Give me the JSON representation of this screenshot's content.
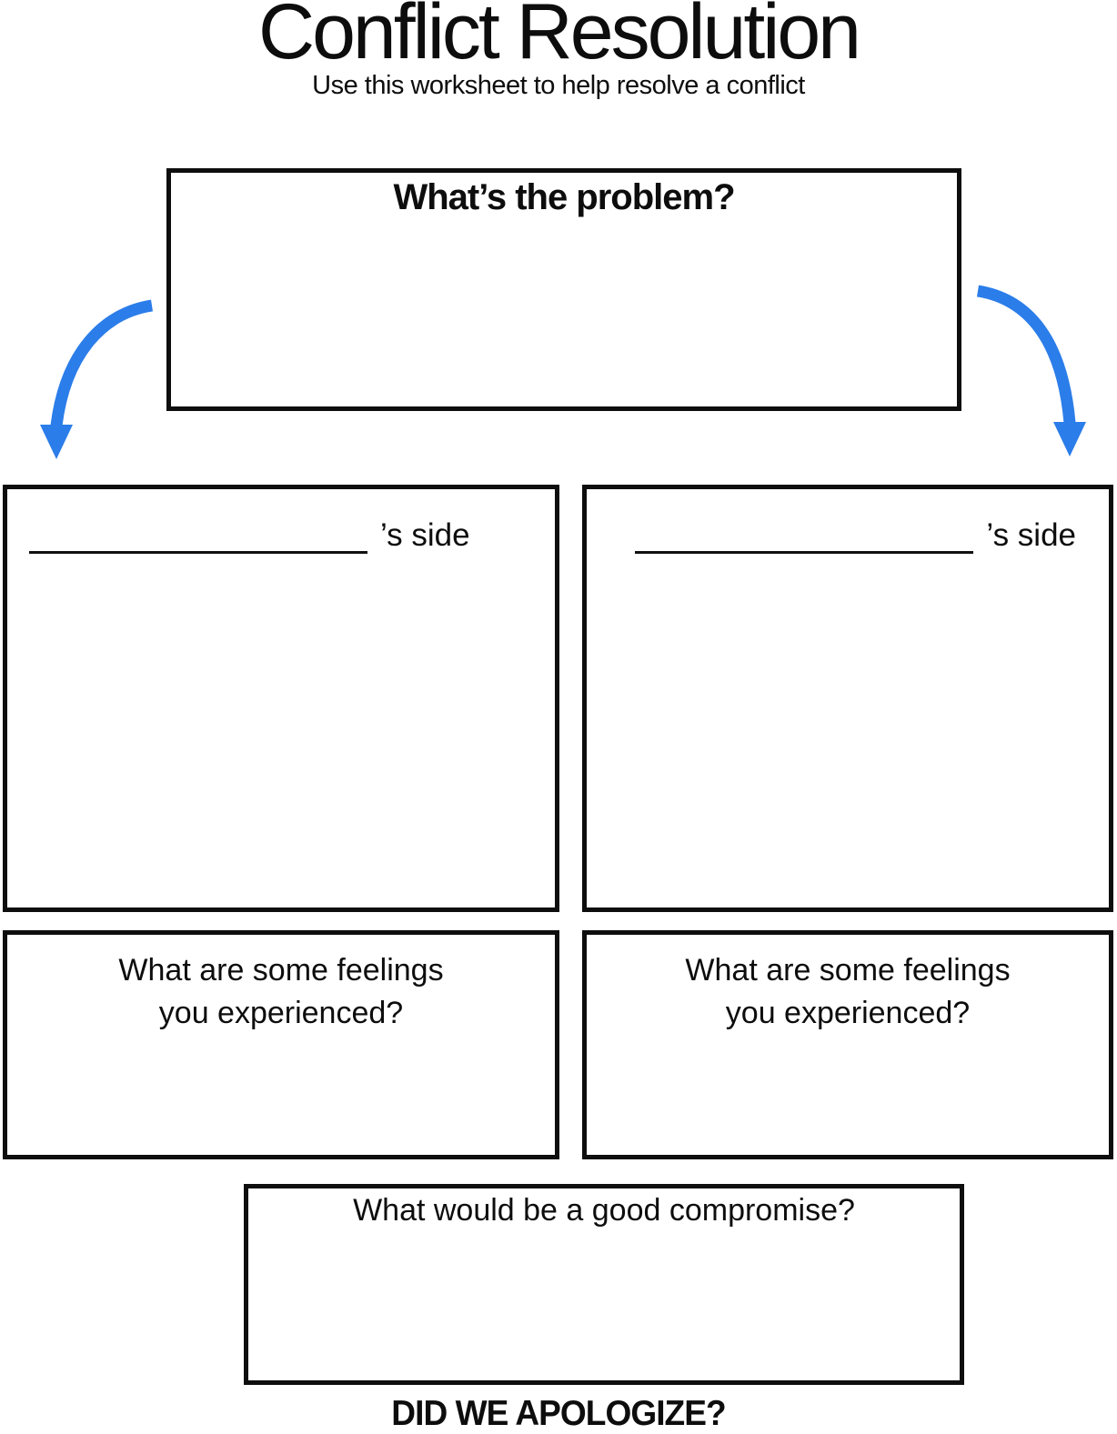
{
  "header": {
    "title": "Conflict Resolution",
    "subtitle": "Use this worksheet to help resolve a conflict"
  },
  "problem_box": {
    "heading": "What’s the problem?"
  },
  "sides": {
    "left": {
      "label": "’s side"
    },
    "right": {
      "label": "’s side"
    }
  },
  "feelings_boxes": {
    "left": {
      "line1": "What are some feelings",
      "line2": "you experienced?"
    },
    "right": {
      "line1": "What are some feelings",
      "line2": "you experienced?"
    }
  },
  "compromise_box": {
    "heading": "What would be a good compromise?"
  },
  "footer": {
    "question": "DID WE APOLOGIZE?"
  },
  "icons": {
    "left_arrow": "curved-arrow-down-left",
    "right_arrow": "curved-arrow-down-right"
  },
  "colors": {
    "arrow_blue": "#2b7de9",
    "ink": "#0e0e0e",
    "background": "#ffffff"
  }
}
